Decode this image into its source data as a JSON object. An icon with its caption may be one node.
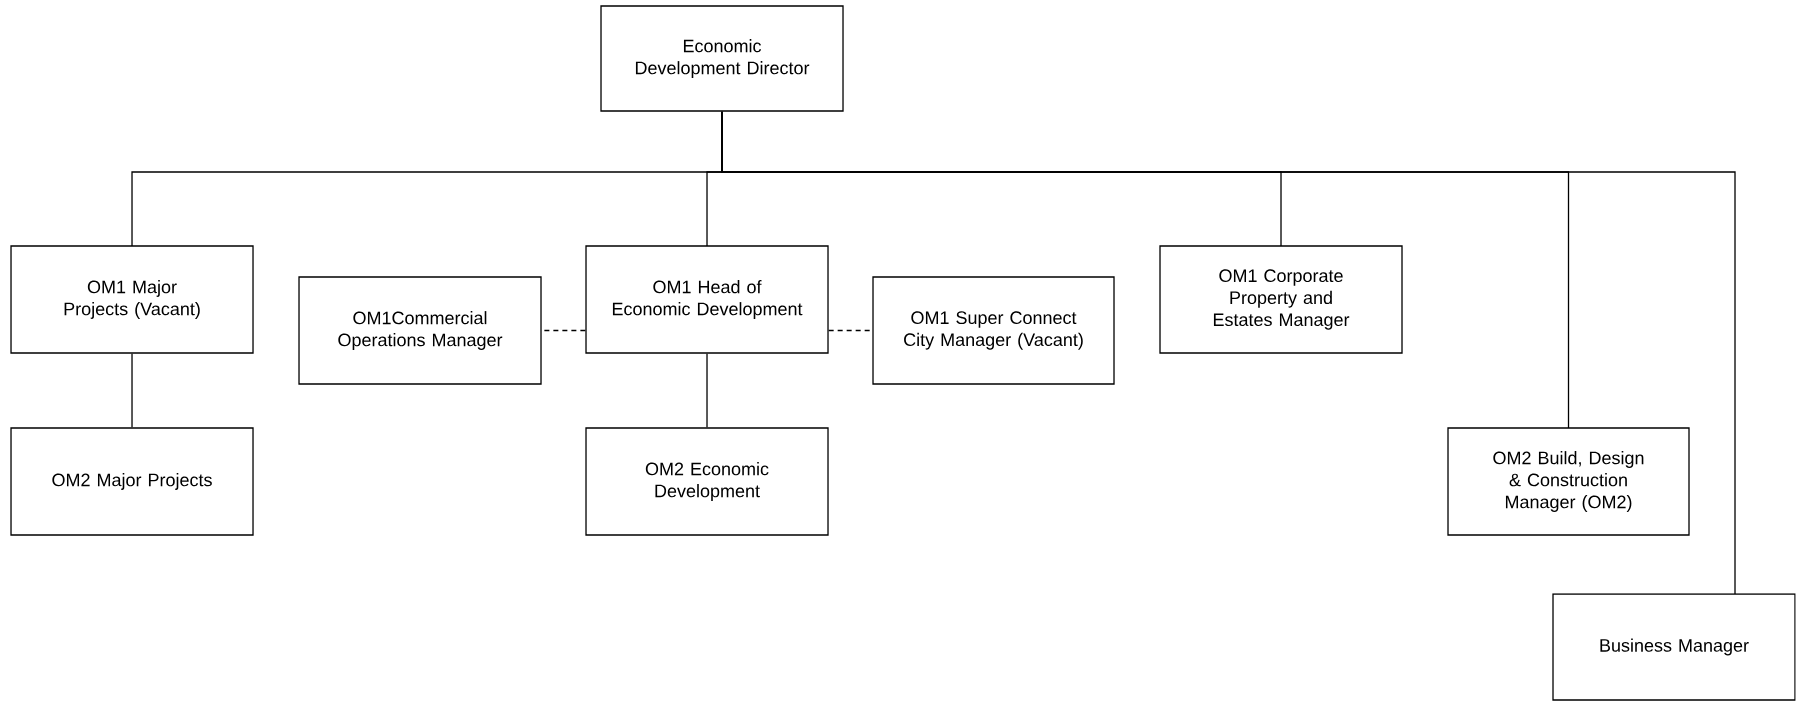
{
  "diagram": {
    "nodes": [
      {
        "text": [
          "Economic Development Director"
        ]
      },
      {
        "text": [
          "OM1 Major Projects (Vacant)"
        ]
      },
      {
        "text": [
          "OM1Commercial Operations Manager"
        ]
      },
      {
        "text": [
          "OM1 Head of Economic Development"
        ]
      },
      {
        "text": [
          "OM1 Super Connect City Manager (Vacant)"
        ]
      },
      {
        "text": [
          "OM1 Corporate Property and Estates Manager"
        ]
      },
      {
        "text": [
          "OM2 Major Projects"
        ]
      },
      {
        "text": [
          "OM2 Economic Development"
        ]
      },
      {
        "text": [
          "OM2 Build, Design & Construction Manager (OM2)"
        ]
      },
      {
        "text": [
          "Business Manager"
        ]
      }
    ],
    "edges": [
      {
        "from": 0,
        "to": 1,
        "arrow": "none"
      },
      {
        "from": 0,
        "to": 3,
        "arrow": "none"
      },
      {
        "from": 0,
        "to": 5,
        "arrow": "none"
      },
      {
        "from": 0,
        "to": 8,
        "arrow": "none"
      },
      {
        "from": 0,
        "to": 9,
        "arrow": "none"
      },
      {
        "from": 1,
        "to": 6,
        "arrow": "none"
      },
      {
        "from": 3,
        "to": 7,
        "arrow": "none"
      },
      {
        "from": 3,
        "to": 2,
        "arrow": "none",
        "style": "dashed"
      },
      {
        "from": 3,
        "to": 4,
        "arrow": "none",
        "style": "dashed"
      }
    ]
  }
}
